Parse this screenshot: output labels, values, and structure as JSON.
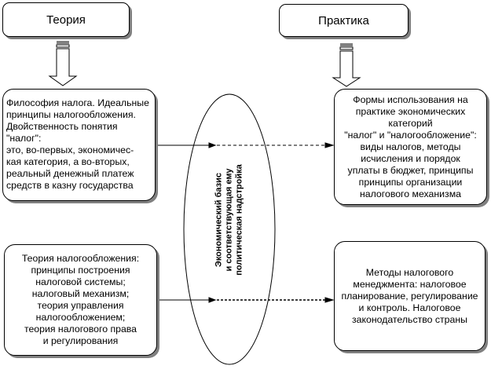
{
  "headers": {
    "theory": "Теория",
    "practice": "Практика"
  },
  "boxes": {
    "philosophy": [
      "Философия налога. Идеальные",
      "принципы налогообложения.",
      "Двойственность понятия \"налог\":",
      "это, во-первых, экономичес-",
      "кая категория, а во-вторых,",
      "реальный денежный платеж",
      "средств в казну государства"
    ],
    "forms": [
      "Формы использования на",
      "практике экономических",
      "категорий",
      "\"налог\" и \"налогообложение\":",
      "виды налогов, методы",
      "исчисления и порядок",
      "уплаты в бюджет, принципы",
      "принципы организации",
      "налогового механизма"
    ],
    "taxation_theory": [
      "Теория налогообложения:",
      "принципы построения",
      "налоговой системы;",
      "налоговый механизм;",
      "теория управления",
      "налогообложением;",
      "теория налогового права",
      "и регулирования"
    ],
    "methods": [
      "Методы налогового",
      "менеджмента: налоговое",
      "планирование, регулирование",
      "и контроль. Налоговое",
      "законодательство страны"
    ]
  },
  "ellipse": {
    "lines": [
      "Экономический базис",
      "и соответствующая ему",
      "политическая надстройка"
    ]
  }
}
